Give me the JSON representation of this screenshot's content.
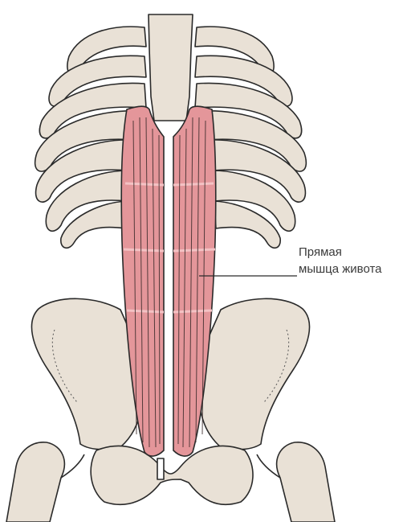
{
  "annotation": {
    "line1": "Прямая",
    "line2": "мышца живота"
  },
  "colors": {
    "bone_fill": "#e9e1d6",
    "outline": "#2a2a2a",
    "muscle_fill": "#e4969a",
    "muscle_edge": "#c86e74",
    "muscle_fibers": "#3a2a2a",
    "background": "#ffffff"
  },
  "icons": [
    "rib-cage",
    "sternum",
    "pelvis",
    "femur",
    "rectus-abdominis-muscle"
  ]
}
